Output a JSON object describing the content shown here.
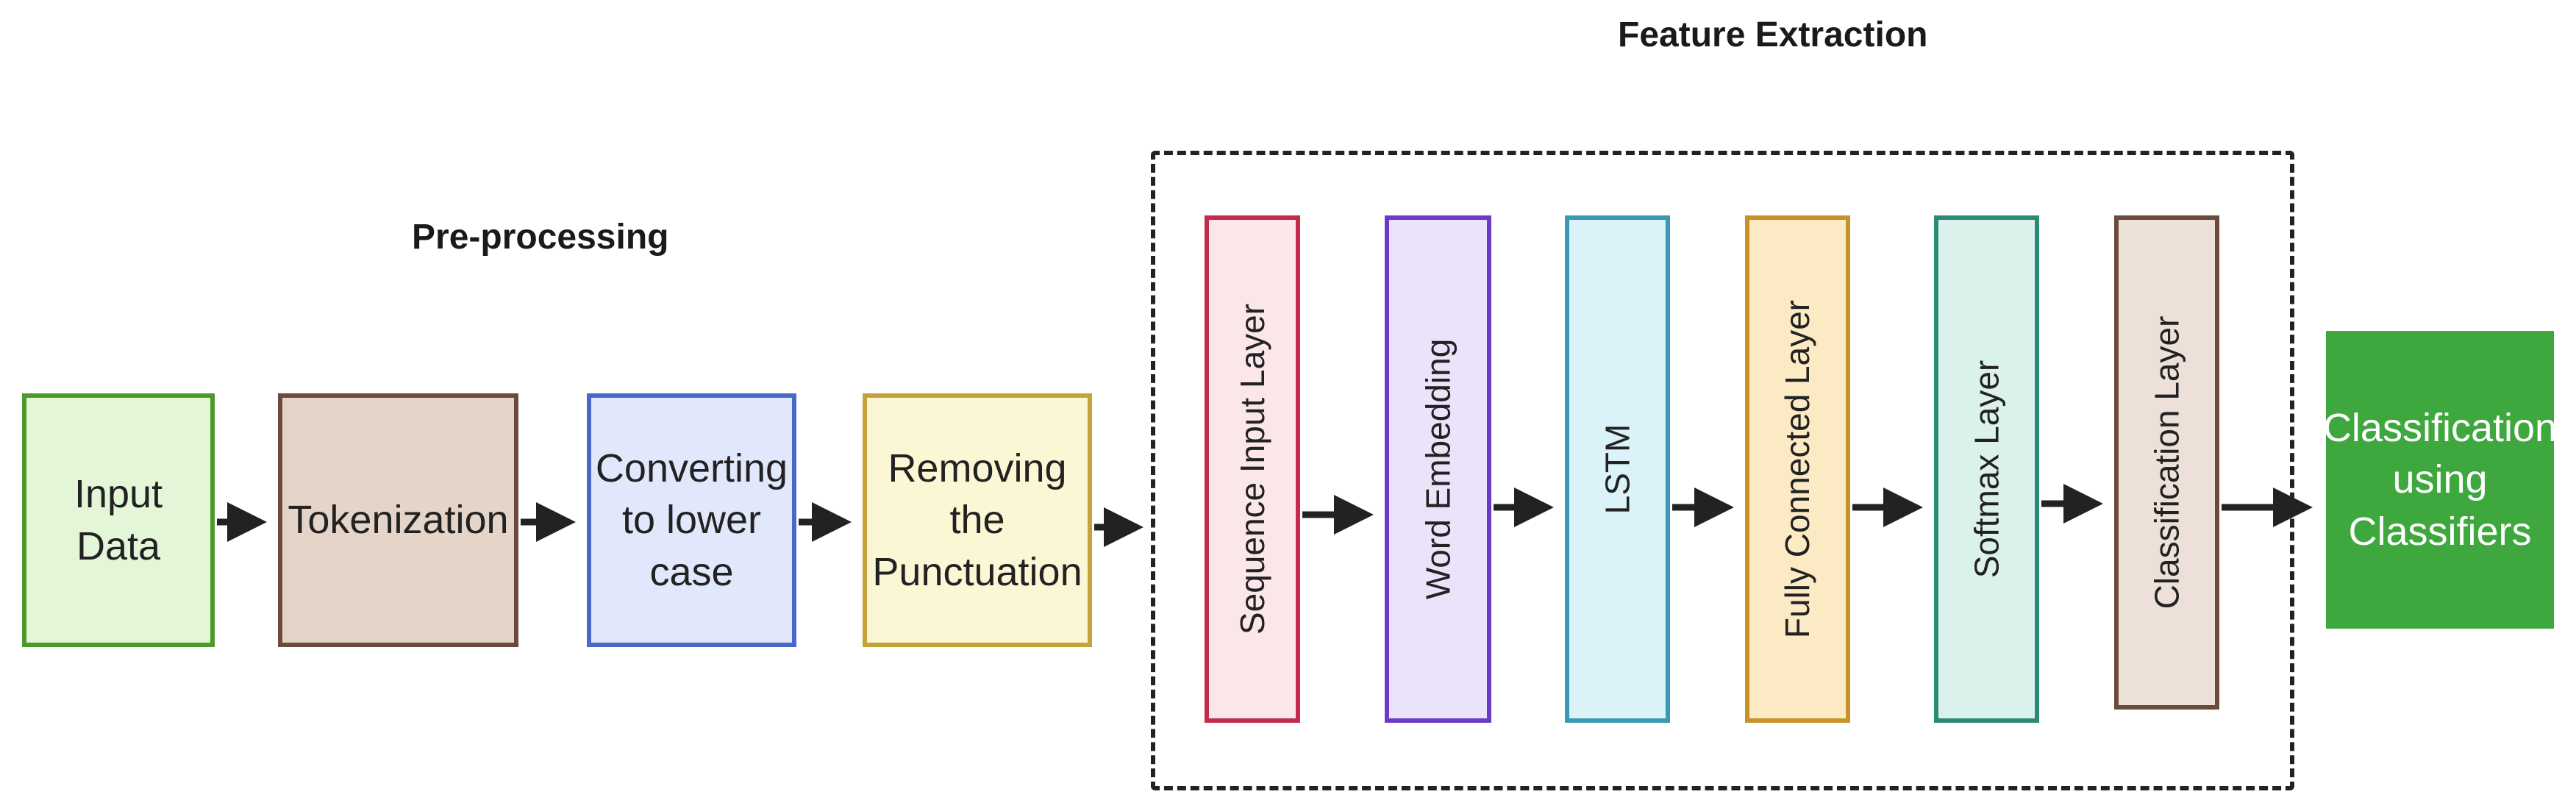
{
  "sections": {
    "preprocessing": "Pre-processing",
    "feature_extraction": "Feature Extraction"
  },
  "preprocessing_steps": [
    {
      "lines": [
        "Input",
        "Data"
      ],
      "fill": "#e3f6d8",
      "border": "#4c9a2a"
    },
    {
      "lines": [
        "Tokenization"
      ],
      "fill": "#e5d4c8",
      "border": "#6b4a3a"
    },
    {
      "lines": [
        "Converting",
        "to lower",
        "case"
      ],
      "fill": "#e2e8fb",
      "border": "#4a68c8"
    },
    {
      "lines": [
        "Removing",
        "the",
        "Punctuation"
      ],
      "fill": "#fbf6d4",
      "border": "#c4a43a"
    }
  ],
  "feature_layers": [
    {
      "label": "Sequence Input Layer",
      "fill": "#fbe6ea",
      "border": "#c42a4a"
    },
    {
      "label": "Word Embedding",
      "fill": "#ebe3fa",
      "border": "#6a3ac8"
    },
    {
      "label": "LSTM",
      "fill": "#daf2f8",
      "border": "#3a9ab4"
    },
    {
      "label": "Fully Connected Layer",
      "fill": "#fbeac4",
      "border": "#c8922a"
    },
    {
      "label": "Softmax Layer",
      "fill": "#dbf1ec",
      "border": "#2a8a74"
    },
    {
      "label": "Classification Layer",
      "fill": "#ece0d8",
      "border": "#6a4a3a"
    }
  ],
  "output": {
    "lines": [
      "Classification",
      "using",
      "Classifiers"
    ],
    "fill": "#3ea83e",
    "text_color": "#ffffff"
  },
  "colors": {
    "arrow": "#222222",
    "dashed_border": "#222222"
  }
}
